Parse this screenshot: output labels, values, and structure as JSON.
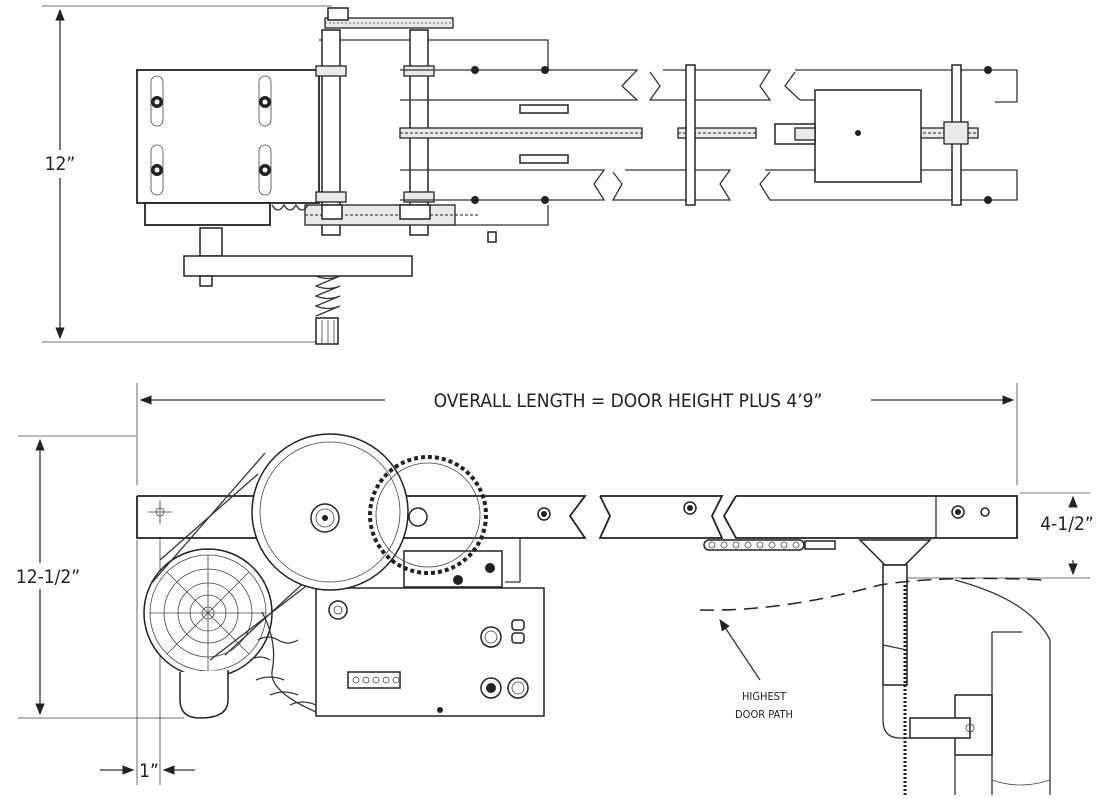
{
  "top_view": {
    "height_dimension": "12”"
  },
  "side_view": {
    "overall_length": "OVERALL LENGTH = DOOR HEIGHT PLUS 4’9”",
    "height_dimension": "12-1/2”",
    "offset_dimension": "4-1/2”",
    "bottom_dimension": "1”",
    "door_path_label_line1": "HIGHEST",
    "door_path_label_line2": "DOOR PATH"
  }
}
